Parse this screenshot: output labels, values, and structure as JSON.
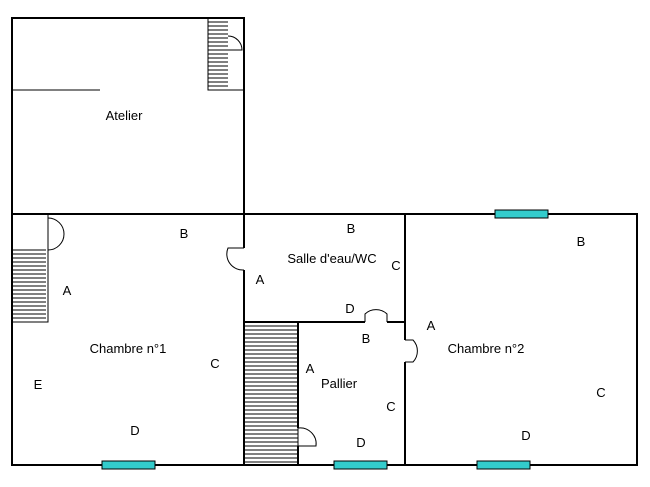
{
  "rooms": {
    "atelier": {
      "name": "Atelier"
    },
    "chambre1": {
      "name": "Chambre n°1",
      "walls": [
        "A",
        "B",
        "C",
        "D",
        "E"
      ]
    },
    "salle": {
      "name": "Salle d'eau/WC",
      "walls": [
        "A",
        "B",
        "C",
        "D"
      ]
    },
    "pallier": {
      "name": "Pallier",
      "walls": [
        "A",
        "B",
        "C",
        "D"
      ]
    },
    "chambre2": {
      "name": "Chambre n°2",
      "walls": [
        "A",
        "B",
        "C",
        "D"
      ]
    }
  },
  "colors": {
    "window": "#33cccc",
    "wall": "#000000",
    "background": "#ffffff"
  },
  "icons": [
    "stairs-icon",
    "door-swing-icon",
    "window-icon"
  ]
}
